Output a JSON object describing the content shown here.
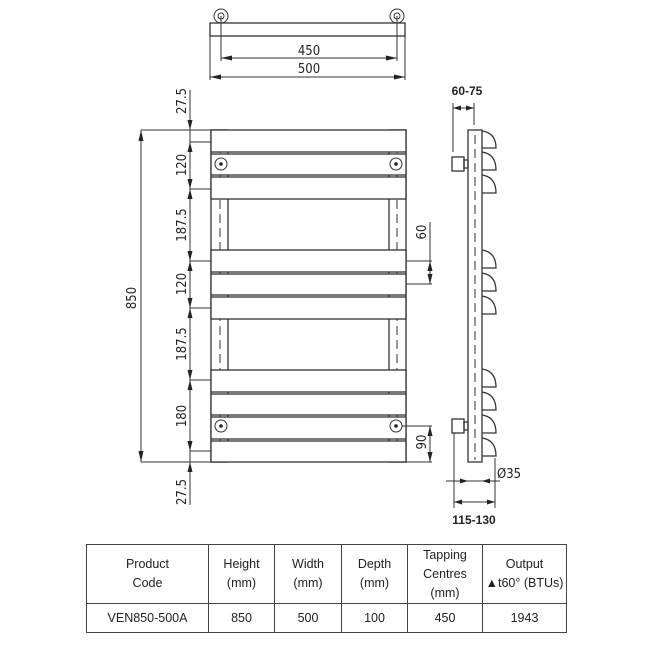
{
  "drawing": {
    "top_view": {
      "dim_tapping": "450",
      "dim_width": "500"
    },
    "front_view": {
      "dim_overall_height": "850",
      "dim_segments": [
        "27.5",
        "120",
        "187.5",
        "120",
        "187.5",
        "180",
        "27.5"
      ],
      "dim_valve_upper": "60",
      "dim_valve_lower": "90"
    },
    "side_view": {
      "dim_wall_offset": "60-75",
      "dim_pipe_diameter": "Ø35",
      "dim_total_depth": "115-130"
    }
  },
  "spec_table": {
    "headers": [
      [
        "Product",
        "Code"
      ],
      [
        "Height",
        "(mm)"
      ],
      [
        "Width",
        "(mm)"
      ],
      [
        "Depth",
        "(mm)"
      ],
      [
        "Tapping",
        "Centres",
        "(mm)"
      ],
      [
        "Output",
        "▲t60° (BTUs)"
      ]
    ],
    "rows": [
      [
        "VEN850-500A",
        "850",
        "500",
        "100",
        "450",
        "1943"
      ]
    ]
  }
}
